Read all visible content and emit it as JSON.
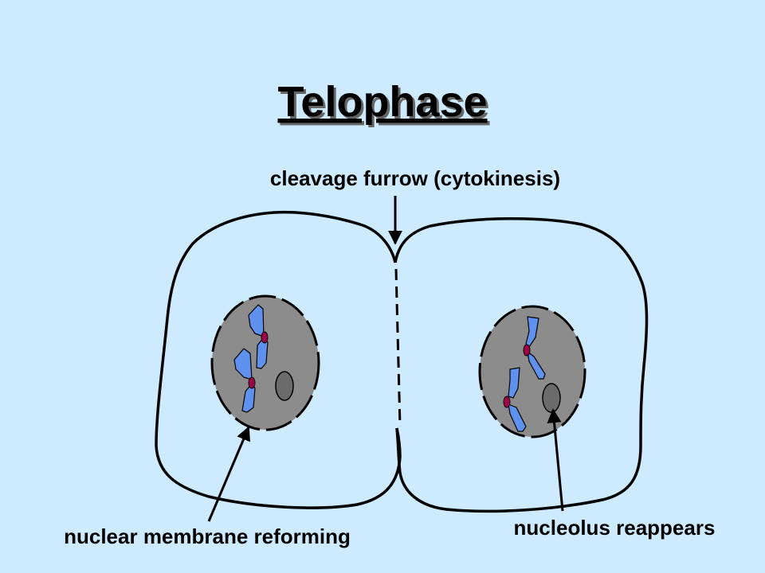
{
  "title": "Telophase",
  "labels": {
    "cleavage_furrow": "cleavage furrow (cytokinesis)",
    "nuclear_membrane": "nuclear membrane reforming",
    "nucleolus": "nucleolus reappears"
  },
  "colors": {
    "background": "#cdeaff",
    "nucleus_fill": "#8c8c8c",
    "chromosome_fill": "#5f92ef",
    "centromere_fill": "#a0004a",
    "nucleolus_fill": "#6b6b6b",
    "outline": "#000000"
  }
}
